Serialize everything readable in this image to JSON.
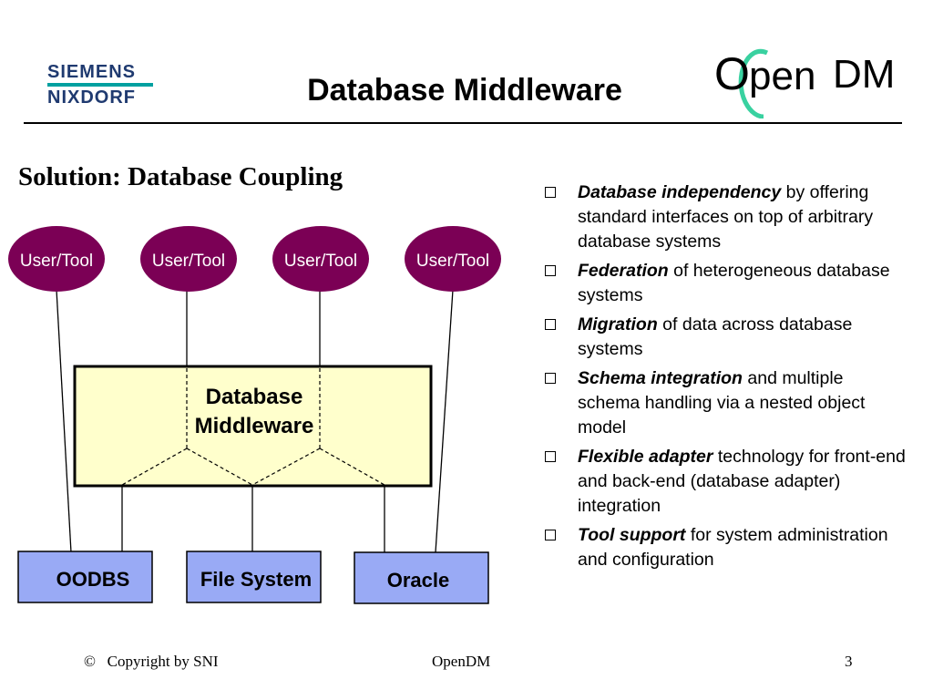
{
  "header": {
    "company_line1": "SIEMENS",
    "company_line2": "NIXDORF",
    "title": "Database Middleware",
    "logo_text_prefix": "O",
    "logo_text_pen": "pen",
    "logo_text_dm": "DM"
  },
  "subtitle": "Solution: Database Coupling",
  "diagram": {
    "users": [
      "User/Tool",
      "User/Tool",
      "User/Tool",
      "User/Tool"
    ],
    "middleware_line1": "Database",
    "middleware_line2": "Middleware",
    "backends": [
      "OODBS",
      "File System",
      "Oracle"
    ],
    "colors": {
      "ellipse": "#7b0055",
      "middleware": "#ffffcc",
      "backend": "#99aaf5"
    }
  },
  "bullets": [
    {
      "emphasis": "Database independency",
      "rest": " by offering standard interfaces on top of arbitrary database systems"
    },
    {
      "emphasis": "Federation",
      "rest": " of heterogeneous database systems"
    },
    {
      "emphasis": "Migration",
      "rest": " of data across database systems"
    },
    {
      "emphasis": "Schema integration",
      "rest": " and multiple schema handling via a nested object model"
    },
    {
      "emphasis": "Flexible adapter",
      "rest": " technology for front-end and back-end (database adapter) integration"
    },
    {
      "emphasis": "Tool support",
      "rest": " for system administration and configuration"
    }
  ],
  "footer": {
    "copyright_symbol": "©",
    "copyright": "Copyright by SNI",
    "product": "OpenDM",
    "page": "3"
  }
}
